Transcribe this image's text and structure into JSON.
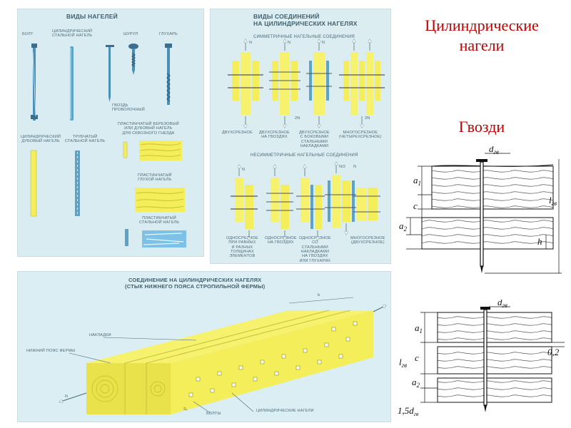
{
  "slide": {
    "title": "Цилиндрические\nнагели",
    "nails_title": "Гвозди"
  },
  "poster_dowel_types": {
    "title": "ВИДЫ НАГЕЛЕЙ",
    "labels": {
      "bolt": "БОЛТ",
      "steel_dowel": "ЦИЛИНДРИЧЕСКИЙ\nСТАЛЬНОЙ НАГЕЛЬ",
      "screw": "ШУРУП",
      "lag_screw": "ГЛУХАРЬ",
      "wire_nail": "ГВОЗДЬ\nПРОВОЛОЧНЫЙ",
      "oak_dowel": "ЦИЛИНДРИЧЕСКИЙ\nДУБОВЫЙ НАГЕЛЬ",
      "tube_dowel": "ТРУБЧАТЫЙ\nСТАЛЬНОЙ НАГЕЛЬ",
      "plate_birch": "ПЛАСТИНЧАТЫЙ БЕРЕЗОВЫЙ\nИЛИ ДУБОВЫЙ НАГЕЛЬ\nДЛЯ СКВОЗНОГО ГНЕЗДА",
      "plate_blind": "ПЛАСТИНЧАТЫЙ\nГЛУХОЙ НАГЕЛЬ",
      "plate_steel": "ПЛАСТИНЧАТЫЙ\nСТАЛЬНОЙ НАГЕЛЬ"
    }
  },
  "poster_joint_types": {
    "title": "ВИДЫ СОЕДИНЕНИЙ\nНА ЦИЛИНДРИЧЕСКИХ НАГЕЛЯХ",
    "symmetric_title": "СИММЕТРИЧНЫЕ НАГЕЛЬНЫЕ СОЕДИНЕНИЯ",
    "asymmetric_title": "НЕСИММЕТРИЧНЫЕ НАГЕЛЬНЫЕ СОЕДИНЕНИЯ",
    "symmetric_captions": [
      "ДВУХСРЕЗНОЕ",
      "ДВУХСРЕЗНОЕ\nНА ГВОЗДЯХ",
      "ДВУХСРЕЗНОЕ\nС БОКОВЫМИ\nСТАЛЬНЫМИ\nНАКЛАДКАМИ",
      "МНОГОСРЕЗНОЕ\n(ЧЕТЫРЕХСРЕЗНОЕ)"
    ],
    "asymmetric_captions": [
      "ОДНОСРЕЗНОЕ\nПРИ РАВНЫХ\nИ РАЗНЫХ\nТОЛЩИНАХ\nЭЛЕМЕНТОВ",
      "ОДНОСРЕЗНОЕ\nНА ГВОЗДЯХ",
      "ОДНОСРЕЗНОЕ\nСО\nСТАЛЬНЫМИ\nНАКЛАДКАМИ\nНА ГВОЗДЯХ\nИЛИ ГЛУХАРЯХ",
      "МНОГОСРЕЗНОЕ\n(ДВУХСРЕЗНОЕ)"
    ],
    "force_symbols": [
      "N",
      "N",
      "2N",
      "N",
      "N",
      "N/2",
      "N",
      "2N"
    ]
  },
  "poster_truss": {
    "title": "СОЕДИНЕНИЕ НА ЦИЛИНДРИЧЕСКИХ НАГЕЛЯХ\n(СТЫК НИЖНЕГО ПОЯСА СТРОПИЛЬНОЙ ФЕРМЫ)",
    "labels": {
      "overlays": "НАКЛАДКИ",
      "bottom_chord": "НИЖНИЙ ПОЯС ФЕРМЫ",
      "bolts": "БОЛТЫ",
      "dowels": "ЦИЛИНДРИЧЕСКИЕ НАГЕЛИ",
      "force": "N",
      "spacing": "S₁",
      "width": "b"
    }
  },
  "drawing_top": {
    "labels": {
      "d": "d",
      "d_sub": "гв",
      "a1": "a",
      "a1_sub": "1",
      "c": "c",
      "a2": "a",
      "a2_sub": "2",
      "h": "h",
      "l": "l",
      "l_sub": "гв"
    }
  },
  "drawing_bottom": {
    "labels": {
      "d": "d",
      "d_sub": "гв",
      "a1": "a",
      "a1_sub": "1",
      "c": "c",
      "l": "l",
      "l_sub": "гв",
      "gap": "0,2",
      "a2": "a",
      "a2_sub": "2",
      "tip": "1,5d",
      "tip_sub": "гв"
    }
  },
  "colors": {
    "title_red": "#c00000",
    "poster_bg": "#d9ecf1",
    "timber_yellow": "#f3ee5a",
    "steel_blue": "#5aa3c9"
  }
}
